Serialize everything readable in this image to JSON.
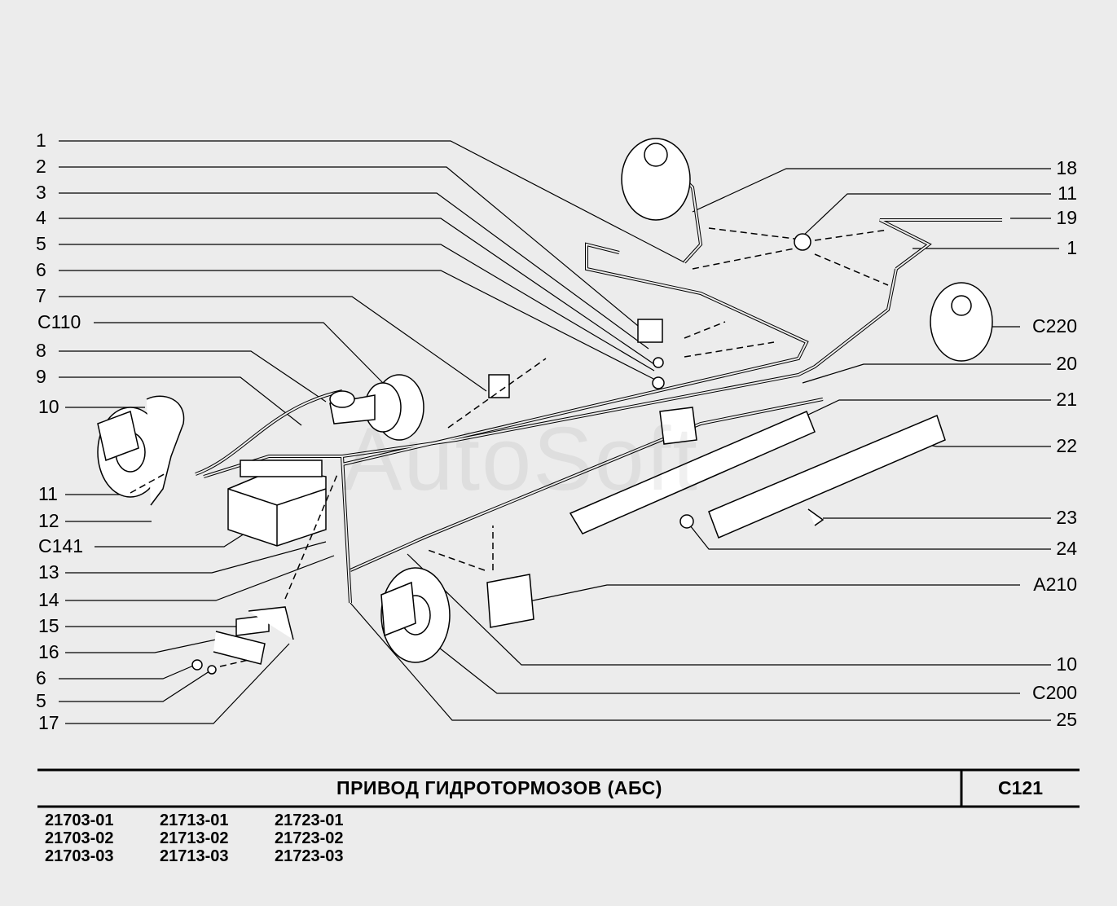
{
  "watermark": "AutoSoft",
  "title": "ПРИВОД ГИДРОТОРМОЗОВ (АБС)",
  "page_code": "C121",
  "models": [
    [
      "21703-01",
      "21703-02",
      "21703-03"
    ],
    [
      "21713-01",
      "21713-02",
      "21713-03"
    ],
    [
      "21723-01",
      "21723-02",
      "21723-03"
    ]
  ],
  "left_labels": [
    "1",
    "2",
    "3",
    "4",
    "5",
    "6",
    "7",
    "C110",
    "8",
    "9",
    "10",
    "11",
    "12",
    "C141",
    "13",
    "14",
    "15",
    "16",
    "6",
    "5",
    "17"
  ],
  "right_labels": [
    "18",
    "11",
    "19",
    "1",
    "C220",
    "20",
    "21",
    "22",
    "23",
    "24",
    "A210",
    "10",
    "C200",
    "25"
  ],
  "colors": {
    "background": "#ececec",
    "line": "#000000"
  }
}
